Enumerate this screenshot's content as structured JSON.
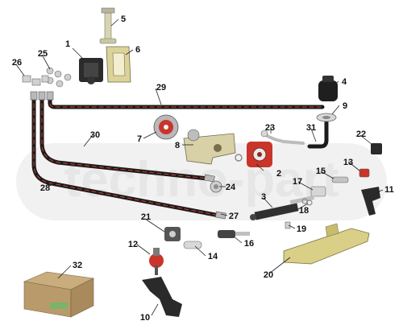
{
  "watermark": "techno-part",
  "callouts": {
    "c1": "1",
    "c2": "2",
    "c3": "3",
    "c4": "4",
    "c5": "5",
    "c6": "6",
    "c7": "7",
    "c8": "8",
    "c9": "9",
    "c10": "10",
    "c11": "11",
    "c12": "12",
    "c13": "13",
    "c14": "14",
    "c15": "15",
    "c16": "16",
    "c17": "17",
    "c18": "18",
    "c19": "19",
    "c20": "20",
    "c21": "21",
    "c22": "22",
    "c23": "23",
    "c24": "24",
    "c25": "25",
    "c26": "26",
    "c27": "27",
    "c28": "28",
    "c29": "29",
    "c30": "30",
    "c31": "31",
    "c32": "32"
  },
  "colors": {
    "hose": "#1b1b1b",
    "hose_stripe": "#c0392b",
    "pump_red": "#c9352b",
    "metal": "#c8c3b8",
    "bracket_yellow": "#d9cf86",
    "box_cardboard": "#b99b6b",
    "watermark": "#e9e9e9"
  }
}
